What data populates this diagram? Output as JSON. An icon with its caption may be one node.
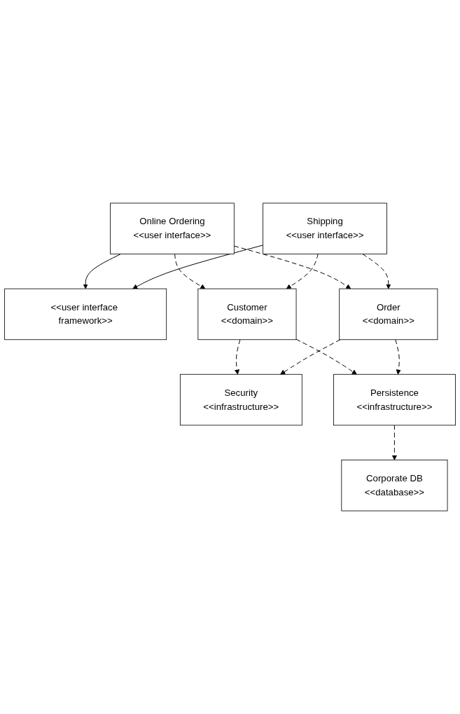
{
  "diagram": {
    "nodes": [
      {
        "text": [
          "<<user interface framework>>"
        ]
      },
      {
        "text": [
          "Online Ordering",
          "<<user interface>>"
        ]
      },
      {
        "text": [
          "Shipping",
          "<<user interface>>"
        ]
      },
      {
        "text": [
          "Customer",
          "<<domain>>"
        ]
      },
      {
        "text": [
          "Order",
          "<<domain>>"
        ]
      },
      {
        "text": [
          "Security",
          "<<infrastructure>>"
        ]
      },
      {
        "text": [
          "Persistence",
          "<<infrastructure>>"
        ]
      },
      {
        "text": [
          "Corporate DB",
          "<<database>>"
        ]
      }
    ],
    "edges": [
      {
        "from": 1,
        "to": 0,
        "arrow": "to"
      },
      {
        "from": 2,
        "to": 0,
        "arrow": "to"
      },
      {
        "from": 1,
        "to": 3,
        "arrow": "to",
        "style": "dashed"
      },
      {
        "from": 1,
        "to": 4,
        "arrow": "to",
        "style": "dashed"
      },
      {
        "from": 2,
        "to": 3,
        "arrow": "to",
        "style": "dashed"
      },
      {
        "from": 2,
        "to": 4,
        "arrow": "to",
        "style": "dashed"
      },
      {
        "from": 3,
        "to": 5,
        "arrow": "to",
        "style": "dashed"
      },
      {
        "from": 3,
        "to": 6,
        "arrow": "to",
        "style": "dashed"
      },
      {
        "from": 4,
        "to": 5,
        "arrow": "to",
        "style": "dashed"
      },
      {
        "from": 4,
        "to": 6,
        "arrow": "to",
        "style": "dashed"
      },
      {
        "from": 6,
        "to": 7,
        "arrow": "to",
        "style": "dashed"
      }
    ]
  }
}
